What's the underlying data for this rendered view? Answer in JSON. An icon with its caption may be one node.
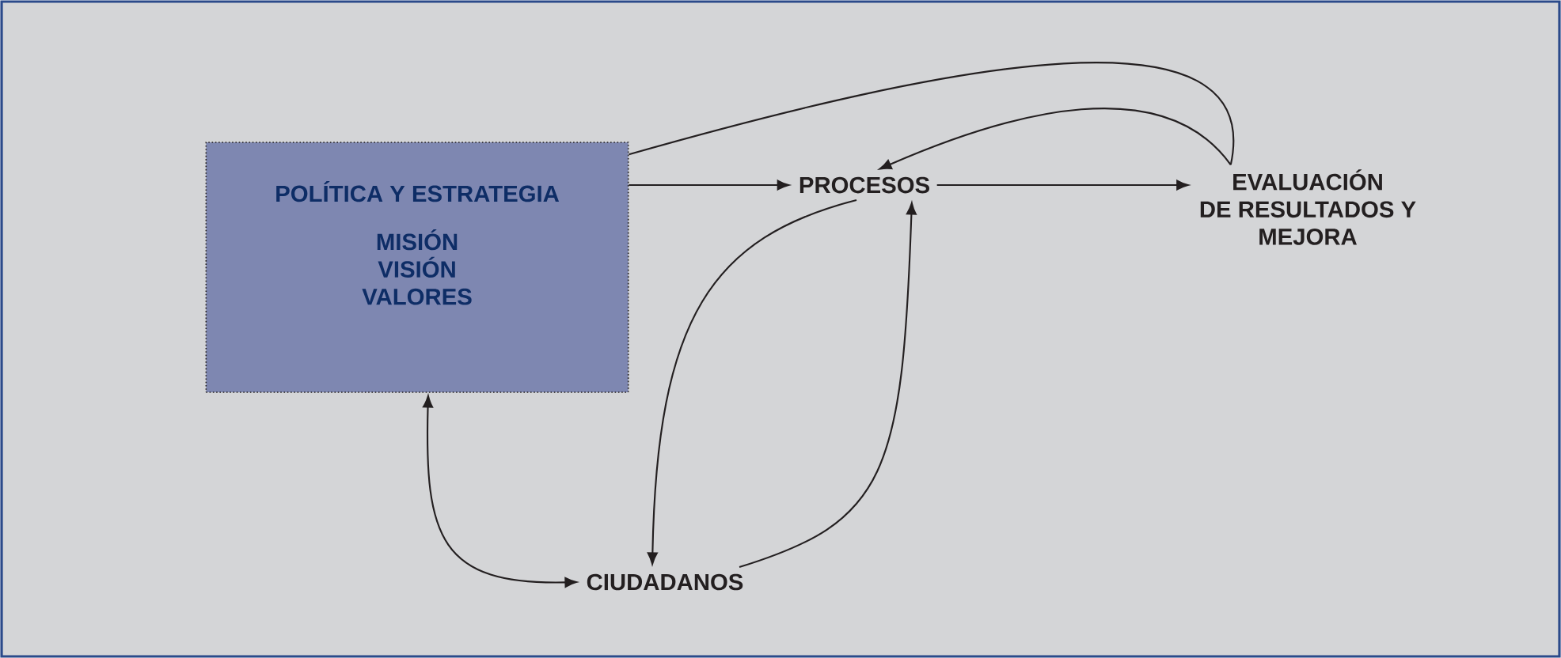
{
  "diagram": {
    "nodes": [
      {
        "text": [
          "POLÍTICA Y ESTRATEGIA",
          "MISIÓN VISIÓN VALORES"
        ]
      },
      {
        "text": [
          "PROCESOS"
        ]
      },
      {
        "text": [
          "EVALUACIÓN DE RESULTADOS Y MEJORA"
        ]
      },
      {
        "text": [
          "CIUDADANOS"
        ]
      }
    ],
    "edges": [
      {
        "from": 0,
        "to": 1,
        "arrow": "to"
      },
      {
        "from": 1,
        "to": 2,
        "arrow": "to"
      },
      {
        "from": 0,
        "to": 2,
        "arrow": "none"
      },
      {
        "from": 2,
        "to": 1,
        "arrow": "to"
      },
      {
        "from": 0,
        "to": 3,
        "arrow": "both"
      },
      {
        "from": 1,
        "to": 3,
        "arrow": "to"
      },
      {
        "from": 3,
        "to": 1,
        "arrow": "to"
      }
    ]
  }
}
